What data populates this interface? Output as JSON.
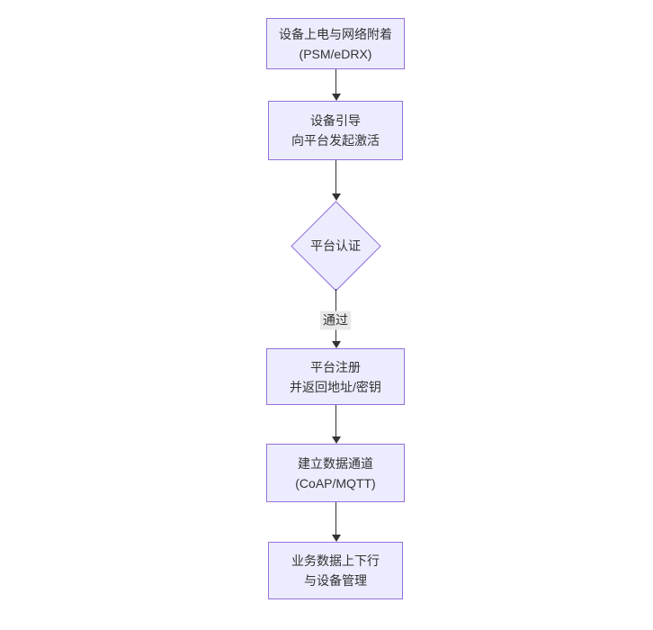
{
  "diagram": {
    "type": "flowchart-top-down",
    "topic": "NB-IoT device activation and data flow"
  },
  "colors": {
    "node_fill": "#ECECFF",
    "node_border": "#9370DB",
    "arrow": "#333333",
    "edge_label_bg": "#e8e8e8",
    "text": "#333333",
    "background": "#ffffff"
  },
  "nodes": {
    "power_attach": {
      "label": "设备上电与网络附着\n(PSM/eDRX)",
      "shape": "rect"
    },
    "bootstrap": {
      "label": "设备引导\n向平台发起激活",
      "shape": "rect"
    },
    "platform_auth": {
      "label": "平台认证",
      "shape": "diamond"
    },
    "register": {
      "label": "平台注册\n并返回地址/密钥",
      "shape": "rect"
    },
    "data_channel": {
      "label": "建立数据通道\n(CoAP/MQTT)",
      "shape": "rect"
    },
    "business": {
      "label": "业务数据上下行\n与设备管理",
      "shape": "rect"
    }
  },
  "edges": {
    "pass_label": "通过"
  }
}
